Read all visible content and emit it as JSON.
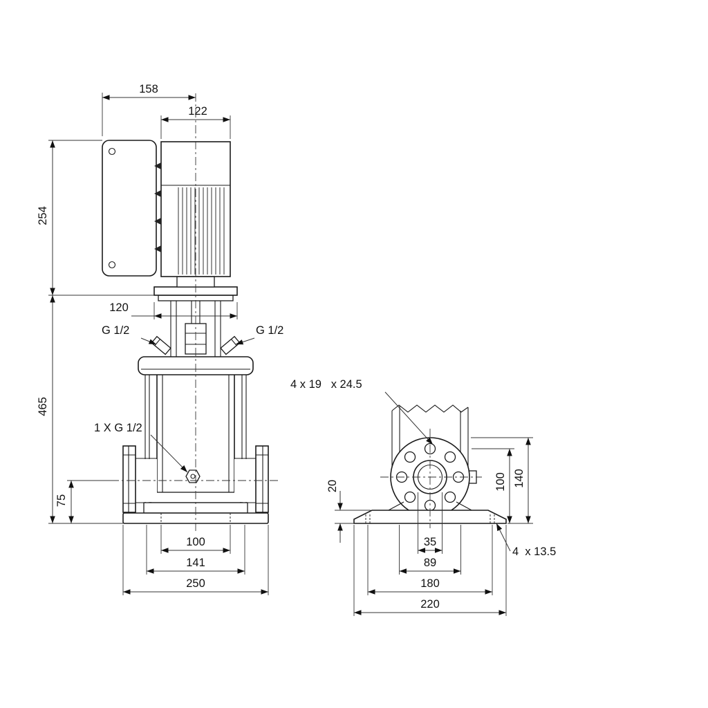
{
  "drawing": {
    "side": {
      "d158": "158",
      "d122": "122",
      "d254": "254",
      "d120": "120",
      "d465": "465",
      "d75": "75",
      "plug_left": "G 1/2",
      "plug_right": "G 1/2",
      "drain": "1 X G 1/2",
      "d100": "100",
      "d141": "141",
      "d250": "250"
    },
    "end": {
      "holes": "4 x 19   x 24.5",
      "d20": "20",
      "d100": "100",
      "d140": "140",
      "d35": "35",
      "d89": "89",
      "d180": "180",
      "d220": "220",
      "foot_holes": "4  x 13.5"
    },
    "colors": {
      "line": "#1a1a1a",
      "background": "#ffffff"
    }
  }
}
